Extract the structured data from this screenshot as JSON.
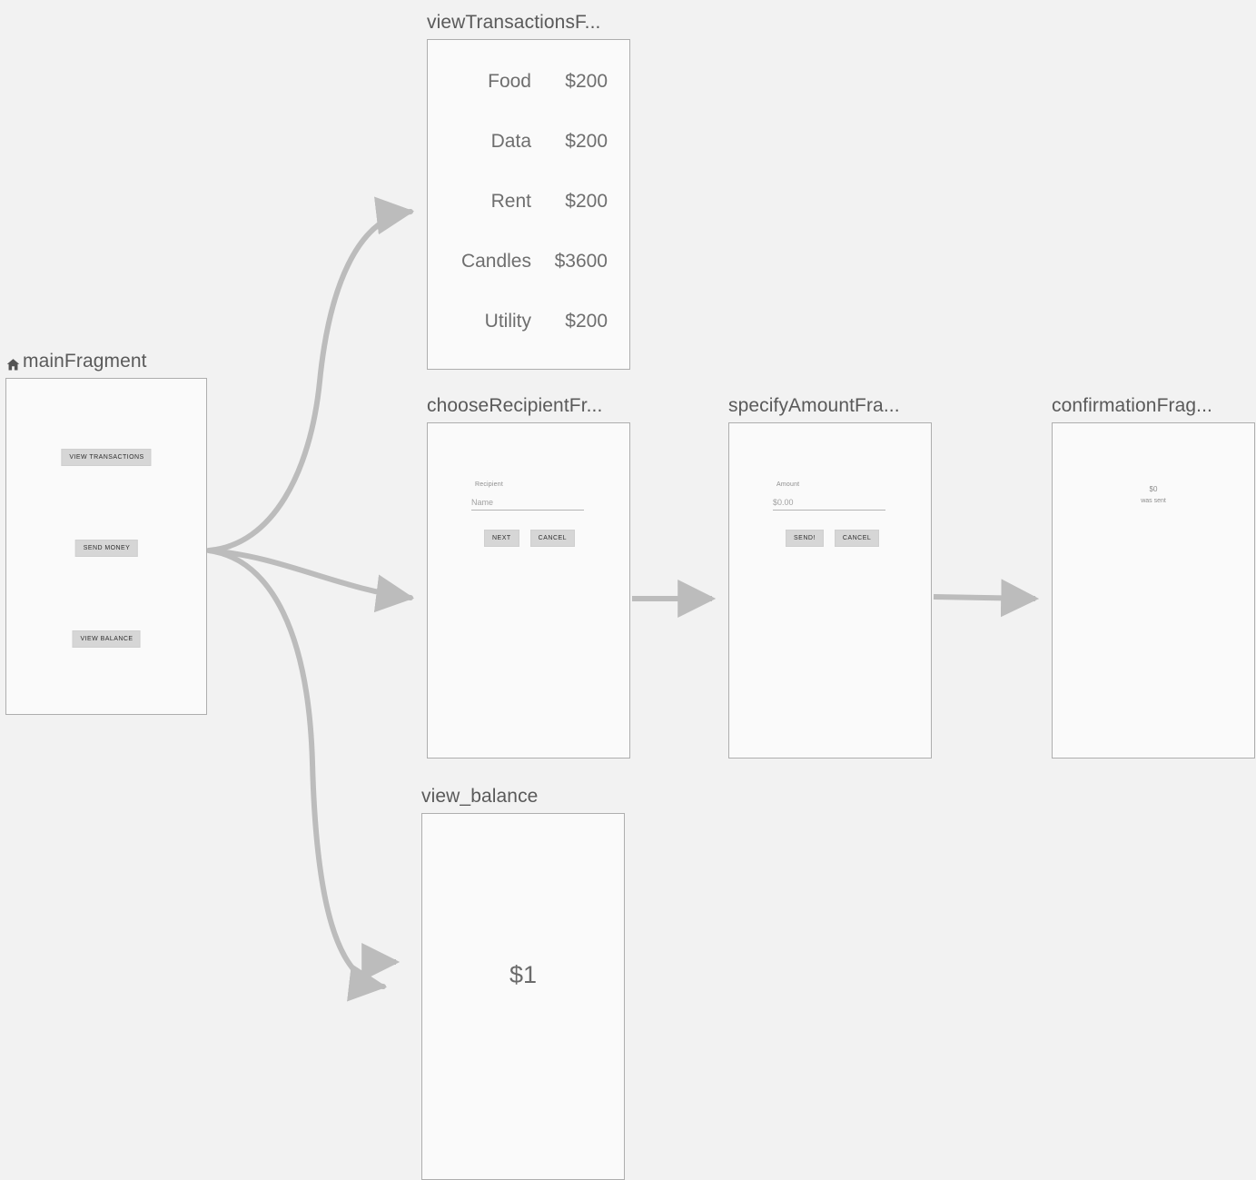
{
  "canvas": {
    "background_color": "#f2f2f2",
    "edge_color": "#bcbcbc",
    "frame_border_color": "#aeaeae",
    "frame_fill_color": "#fafafa",
    "button_fill_color": "#d6d6d6",
    "title_color": "#5a5a5a"
  },
  "nodes": {
    "main": {
      "title": "mainFragment",
      "is_start_destination": true,
      "icon": "home-icon",
      "buttons": [
        {
          "label": "VIEW TRANSACTIONS"
        },
        {
          "label": "SEND MONEY"
        },
        {
          "label": "VIEW BALANCE"
        }
      ]
    },
    "transactions": {
      "title": "viewTransactionsF...",
      "full_title": "viewTransactionsFragment",
      "rows": [
        {
          "label": "Food",
          "amount": "$200"
        },
        {
          "label": "Data",
          "amount": "$200"
        },
        {
          "label": "Rent",
          "amount": "$200"
        },
        {
          "label": "Candles",
          "amount": "$3600"
        },
        {
          "label": "Utility",
          "amount": "$200"
        }
      ]
    },
    "recipient": {
      "title": "chooseRecipientFr...",
      "full_title": "chooseRecipientFragment",
      "field_label": "Recipient",
      "field_placeholder": "Name",
      "field_value": "",
      "primary_button": "NEXT",
      "secondary_button": "CANCEL"
    },
    "amount": {
      "title": "specifyAmountFra...",
      "full_title": "specifyAmountFragment",
      "field_label": "Amount",
      "field_placeholder": "$0.00",
      "field_value": "",
      "primary_button": "SEND!",
      "secondary_button": "CANCEL"
    },
    "confirmation": {
      "title": "confirmationFrag...",
      "full_title": "confirmationFragment",
      "amount": "$0",
      "message": "was sent"
    },
    "balance": {
      "title": "view_balance",
      "amount": "$1"
    }
  },
  "edges": [
    {
      "from": "main",
      "to": "transactions"
    },
    {
      "from": "main",
      "to": "recipient"
    },
    {
      "from": "main",
      "to": "balance"
    },
    {
      "from": "recipient",
      "to": "amount"
    },
    {
      "from": "amount",
      "to": "confirmation"
    }
  ]
}
